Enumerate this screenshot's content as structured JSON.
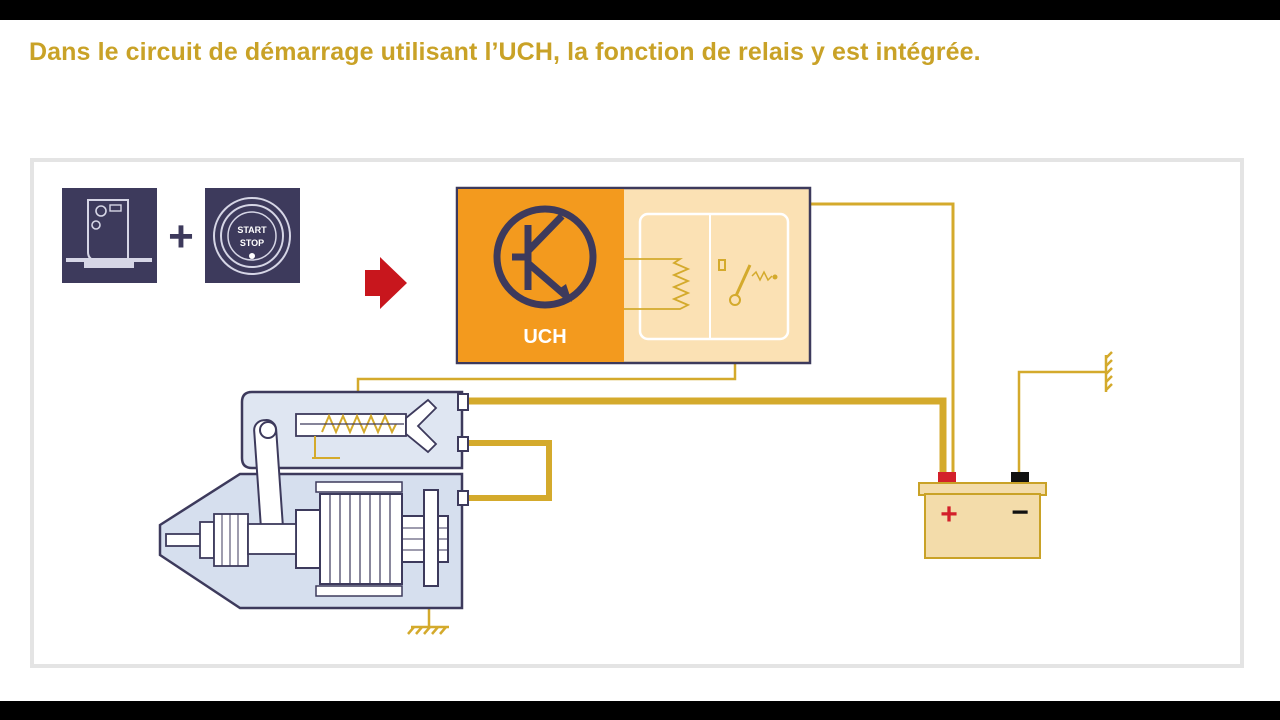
{
  "header": {
    "title": "Dans le circuit de démarrage utilisant l’UCH, la fonction de relais y est intégrée."
  },
  "diagram": {
    "key_icon": "key-card-icon",
    "plus_sign": "+",
    "start_button": {
      "line1": "START",
      "line2": "STOP"
    },
    "arrow_icon": "red-arrow-right-icon",
    "uch_label": "UCH",
    "battery": {
      "positive": "+",
      "negative": "−"
    },
    "colors": {
      "title": "#c9a227",
      "wire": "#d4aa2c",
      "uch_orange": "#f39a1e",
      "relay_panel": "#fbe1b4",
      "navy": "#3d3a5c",
      "arrow_red": "#c8161d",
      "battery_fill": "#f3dcaa",
      "positive_red": "#d3202a"
    }
  }
}
